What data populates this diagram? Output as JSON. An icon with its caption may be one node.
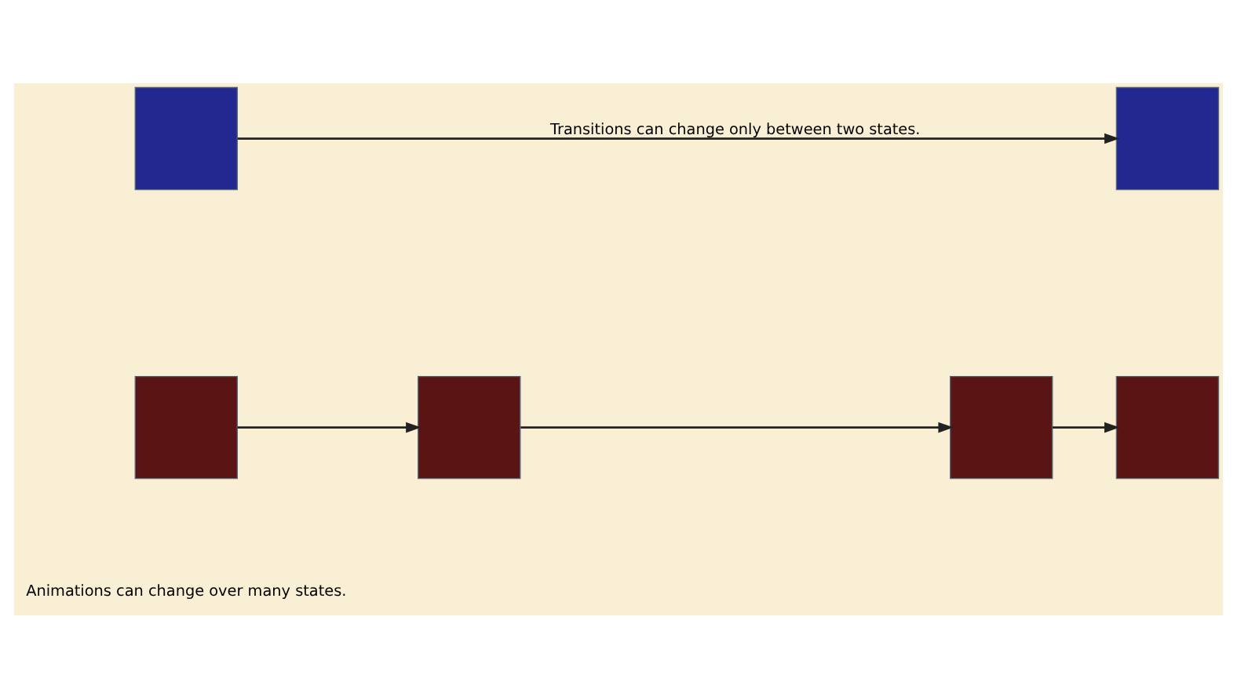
{
  "diagram": {
    "nodes": [
      {
        "text": [],
        "shape": "box"
      },
      {
        "text": [],
        "shape": "box"
      },
      {
        "text": [],
        "shape": "box"
      },
      {
        "text": [],
        "shape": "box"
      },
      {
        "text": [],
        "shape": "box"
      },
      {
        "text": [],
        "shape": "box"
      }
    ],
    "edges": [
      {
        "from": 0,
        "to": 1,
        "arrow": "to",
        "label": "Transitions can change only between two states."
      },
      {
        "from": 2,
        "to": 3,
        "arrow": "to"
      },
      {
        "from": 3,
        "to": 4,
        "arrow": "to"
      },
      {
        "from": 4,
        "to": 5,
        "arrow": "to"
      }
    ],
    "labels": [
      "Animations can change over many states."
    ]
  }
}
